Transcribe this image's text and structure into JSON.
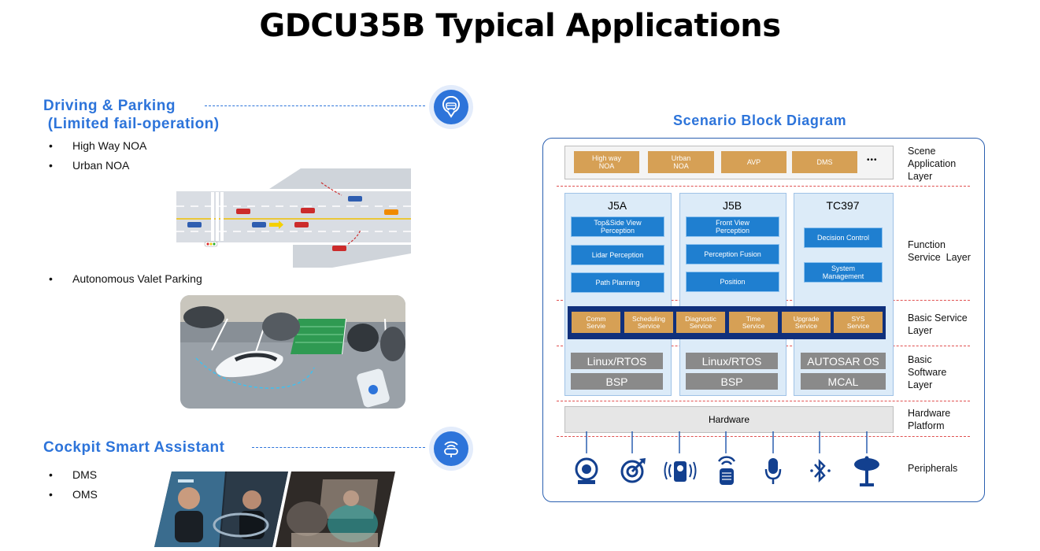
{
  "page_title": "GDCU35B Typical Applications",
  "driving": {
    "heading_line1": "Driving & Parking",
    "heading_line2": " (Limited fail-operation)",
    "items": [
      "High Way NOA",
      "Urban NOA"
    ],
    "item_after_image": "Autonomous Valet Parking"
  },
  "cockpit": {
    "heading": "Cockpit Smart Assistant",
    "items": [
      "DMS",
      "OMS"
    ]
  },
  "diagram": {
    "title": "Scenario Block Diagram",
    "scene_apps": [
      "High way\nNOA",
      "Urban\nNOA",
      "AVP",
      "DMS"
    ],
    "scene_more": "•••",
    "chips": [
      {
        "name": "J5A",
        "functions": [
          "Top&Side View\nPerception",
          "Lidar Perception",
          "Path Planning"
        ]
      },
      {
        "name": "J5B",
        "functions": [
          "Front View\nPerception",
          "Perception Fusion",
          "Position"
        ]
      },
      {
        "name": "TC397",
        "functions": [
          "Decision Control",
          "System\nManagement"
        ]
      }
    ],
    "basic_services": [
      "Comm\nServie",
      "Scheduling\nService",
      "Diagnostic\nService",
      "Time\nService",
      "Upgrade\nService",
      "SYS\nService"
    ],
    "basic_software": [
      [
        "Linux/RTOS",
        "BSP"
      ],
      [
        "Linux/RTOS",
        "BSP"
      ],
      [
        "AUTOSAR OS",
        "MCAL"
      ]
    ],
    "hardware": "Hardware",
    "layers": {
      "scene": "Scene\nApplication\nLayer",
      "function": "Function\nService  Layer",
      "basic_service": "Basic Service\nLayer",
      "basic_software": "Basic\nSoftware\nLayer",
      "hardware": "Hardware\nPlatform",
      "peripherals": "Peripherals"
    },
    "peripheral_icons": [
      "camera-icon",
      "radar-icon",
      "ultrasonic-sensor-icon",
      "v2x-antenna-icon",
      "microphone-icon",
      "bluetooth-icon",
      "gnss-antenna-icon"
    ]
  },
  "colors": {
    "accent_blue": "#2d74da",
    "orange": "#d6a055",
    "function_blue": "#1f7fd0",
    "navy": "#10307c"
  }
}
